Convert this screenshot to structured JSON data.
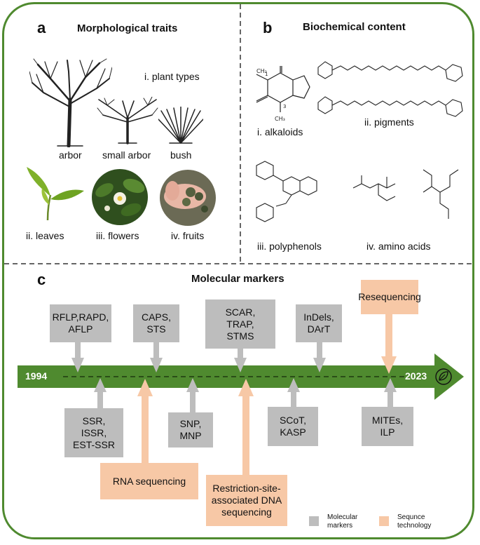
{
  "panel_a": {
    "letter": "a",
    "title": "Morphological traits",
    "plant_types_label": "i. plant types",
    "arbor": "arbor",
    "small_arbor": "small arbor",
    "bush": "bush",
    "leaves": "ii. leaves",
    "flowers": "iii. flowers",
    "fruits": "iv. fruits"
  },
  "panel_b": {
    "letter": "b",
    "title": "Biochemical content",
    "alkaloids": "i. alkaloids",
    "pigments": "ii. pigments",
    "polyphenols": "iii. polyphenols",
    "amino_acids": "iv. amino acids",
    "caffeine_labels": {
      "n1": "1",
      "n3": "3",
      "ch3_1": "CH₃",
      "ch3_3": "CH₃"
    }
  },
  "panel_c": {
    "letter": "c",
    "title": "Molecular markers",
    "start_year": "1994",
    "end_year": "2023",
    "top_markers": [
      "RFLP,RAPD,\nAFLP",
      "CAPS,\nSTS",
      "SCAR,\nTRAP,\nSTMS",
      "InDels,\nDArT"
    ],
    "top_sequencing": "Resequencing",
    "bottom_markers": [
      "SSR,\nISSR,\nEST-SSR",
      "SNP,\nMNP",
      "SCoT,\nKASP",
      "MITEs,\nILP"
    ],
    "bottom_sequencing": [
      "RNA sequencing",
      "Restriction-site-\nassociated DNA\nsequencing"
    ],
    "legend": {
      "molecular": "Molecular\nmarkers",
      "sequence": "Sequnce\ntechnology"
    }
  },
  "colors": {
    "frame_green": "#4f8a2f",
    "arrow_green": "#4f8a2f",
    "marker_gray": "#bdbdbd",
    "sequencing_peach": "#f7c8a6"
  }
}
